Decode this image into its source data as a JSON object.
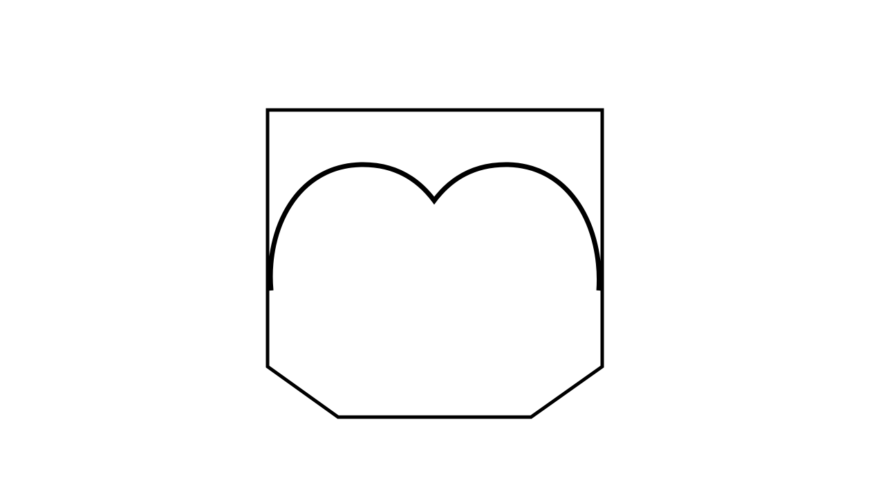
{
  "diagram": {
    "shapes": [
      {
        "id": "outer-frame",
        "kind": "polygon"
      },
      {
        "id": "double-arch",
        "kind": "path"
      }
    ],
    "stroke_color": "#000000",
    "background_color": "#ffffff"
  }
}
